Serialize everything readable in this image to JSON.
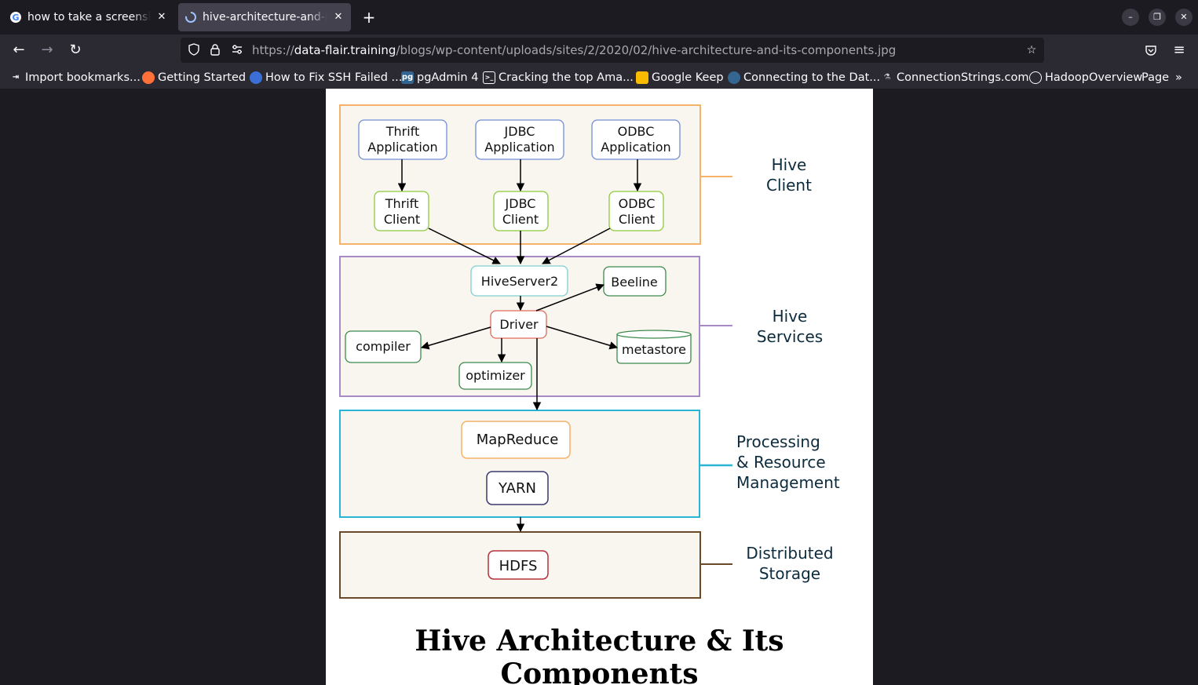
{
  "tabs": [
    {
      "title": "how to take a screenshot",
      "favicon": "google-icon",
      "active": false
    },
    {
      "title": "hive-architecture-and-its-components.jpg",
      "favicon": "dataflair-icon",
      "active": true
    }
  ],
  "navigation": {
    "url_prefix": "https://",
    "url_host": "data-flair.training",
    "url_path": "/blogs/wp-content/uploads/sites/2/2020/02/hive-architecture-and-its-components.jpg"
  },
  "bookmarks": [
    {
      "label": "Import bookmarks...",
      "icon": "import-icon"
    },
    {
      "label": "Getting Started",
      "icon": "firefox-icon"
    },
    {
      "label": "How to Fix SSH Failed ...",
      "icon": "globe-icon"
    },
    {
      "label": "pgAdmin 4",
      "icon": "pgadmin-icon"
    },
    {
      "label": "Cracking the top Ama...",
      "icon": "terminal-icon"
    },
    {
      "label": "Google Keep",
      "icon": "keep-icon"
    },
    {
      "label": "Connecting to the Dat...",
      "icon": "postgres-icon"
    },
    {
      "label": "ConnectionStrings.com",
      "icon": "connstrings-icon"
    },
    {
      "label": "HadoopOverview",
      "icon": "globe-icon"
    },
    {
      "label": "Page",
      "icon": ""
    }
  ],
  "diagram": {
    "nodes": {
      "thrift_app": [
        "Thrift",
        "Application"
      ],
      "jdbc_app": [
        "JDBC",
        "Application"
      ],
      "odbc_app": [
        "ODBC",
        "Application"
      ],
      "thrift_client": [
        "Thrift",
        "Client"
      ],
      "jdbc_client": [
        "JDBC",
        "Client"
      ],
      "odbc_client": [
        "ODBC",
        "Client"
      ],
      "hiveserver2": "HiveServer2",
      "beeline": "Beeline",
      "driver": "Driver",
      "compiler": "compiler",
      "optimizer": "optimizer",
      "metastore": "metastore",
      "mapreduce": "MapReduce",
      "yarn": "YARN",
      "hdfs": "HDFS"
    },
    "groups": {
      "client": [
        "Hive",
        "Client"
      ],
      "services": [
        "Hive",
        "Services"
      ],
      "processing": [
        "Processing",
        "& Resource",
        "Management"
      ],
      "storage": [
        "Distributed",
        "Storage"
      ]
    },
    "colors": {
      "client": "#f4b26a",
      "services": "#a78bc8",
      "processing": "#28b5d6",
      "storage": "#6b4a2a",
      "group_fill": "#f9f5ef"
    },
    "caption": "Hive Architecture & Its Components"
  }
}
